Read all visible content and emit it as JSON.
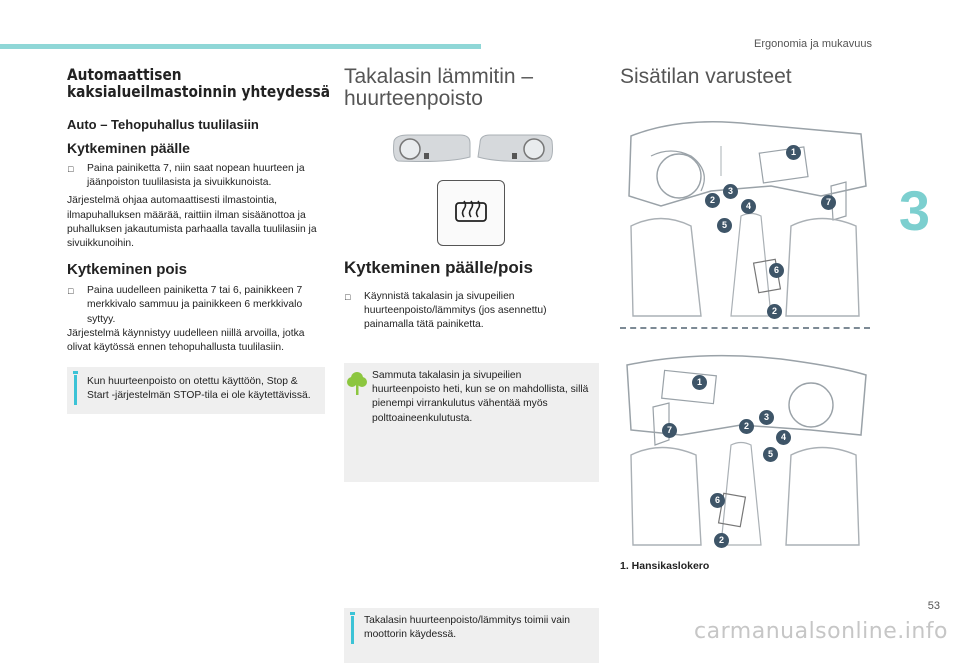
{
  "header": {
    "section": "Ergonomia ja mukavuus",
    "chapter": "3",
    "page": "53"
  },
  "watermark": "carmanualsonline.info",
  "col1": {
    "heading_line1": "Automaattisen",
    "heading_line2": "kaksialueilmastoinnin yhteydessä",
    "sub1": "Auto – Tehopuhallus tuulilasiin",
    "on_heading": "Kytkeminen päälle",
    "on_bullet": "Paina painiketta 7, niin saat nopean huurteen ja jäänpoiston tuulilasista ja sivuikkunoista.",
    "on_para": "Järjestelmä ohjaa automaattisesti ilmastointia, ilmapuhalluksen määrää, raittiin ilman sisäänottoa ja puhalluksen jakautumista parhaalla tavalla tuulilasiin ja sivuikkunoihin.",
    "off_heading": "Kytkeminen pois",
    "off_bullet": "Paina uudelleen painiketta 7 tai 6, painikkeen 7 merkkivalo sammuu ja painikkeen 6 merkkivalo syttyy.",
    "off_para": "Järjestelmä käynnistyy uudelleen niillä arvoilla, jotka olivat käytössä ennen tehopuhallusta tuulilasiin.",
    "note": "Kun huurteenpoisto on otettu käyttöön, Stop & Start -järjestelmän STOP-tila ei ole käytettävissä."
  },
  "col2": {
    "heading_line1": "Takalasin lämmitin –",
    "heading_line2": "huurteenpoisto",
    "sub": "Kytkeminen päälle/pois",
    "bullet": "Käynnistä takalasin ja sivupeilien huurteenpoisto/lämmitys (jos asennettu) painamalla tätä painiketta.",
    "eco_note": "Sammuta takalasin ja sivupeilien huurteenpoisto heti, kun se on mahdollista, sillä pienempi virrankulutus vähentää myös polttoaineenkulutusta.",
    "info_note": "Takalasin huurteenpoisto/lämmitys toimii vain moottorin käydessä."
  },
  "col3": {
    "heading": "Sisätilan varusteet",
    "caption": "1.   Hansikaslokero",
    "callouts_top": [
      "1",
      "3",
      "2",
      "4",
      "5",
      "7",
      "6",
      "2"
    ],
    "callouts_bottom": [
      "1",
      "3",
      "2",
      "4",
      "7",
      "5",
      "6",
      "2"
    ]
  },
  "colors": {
    "accent": "#8fd7d7",
    "chapter": "#7ccfcf",
    "callout": "#3e5568",
    "note_bg": "#efefef",
    "info": "#3cc3d6",
    "eco": "#8cc63f"
  }
}
